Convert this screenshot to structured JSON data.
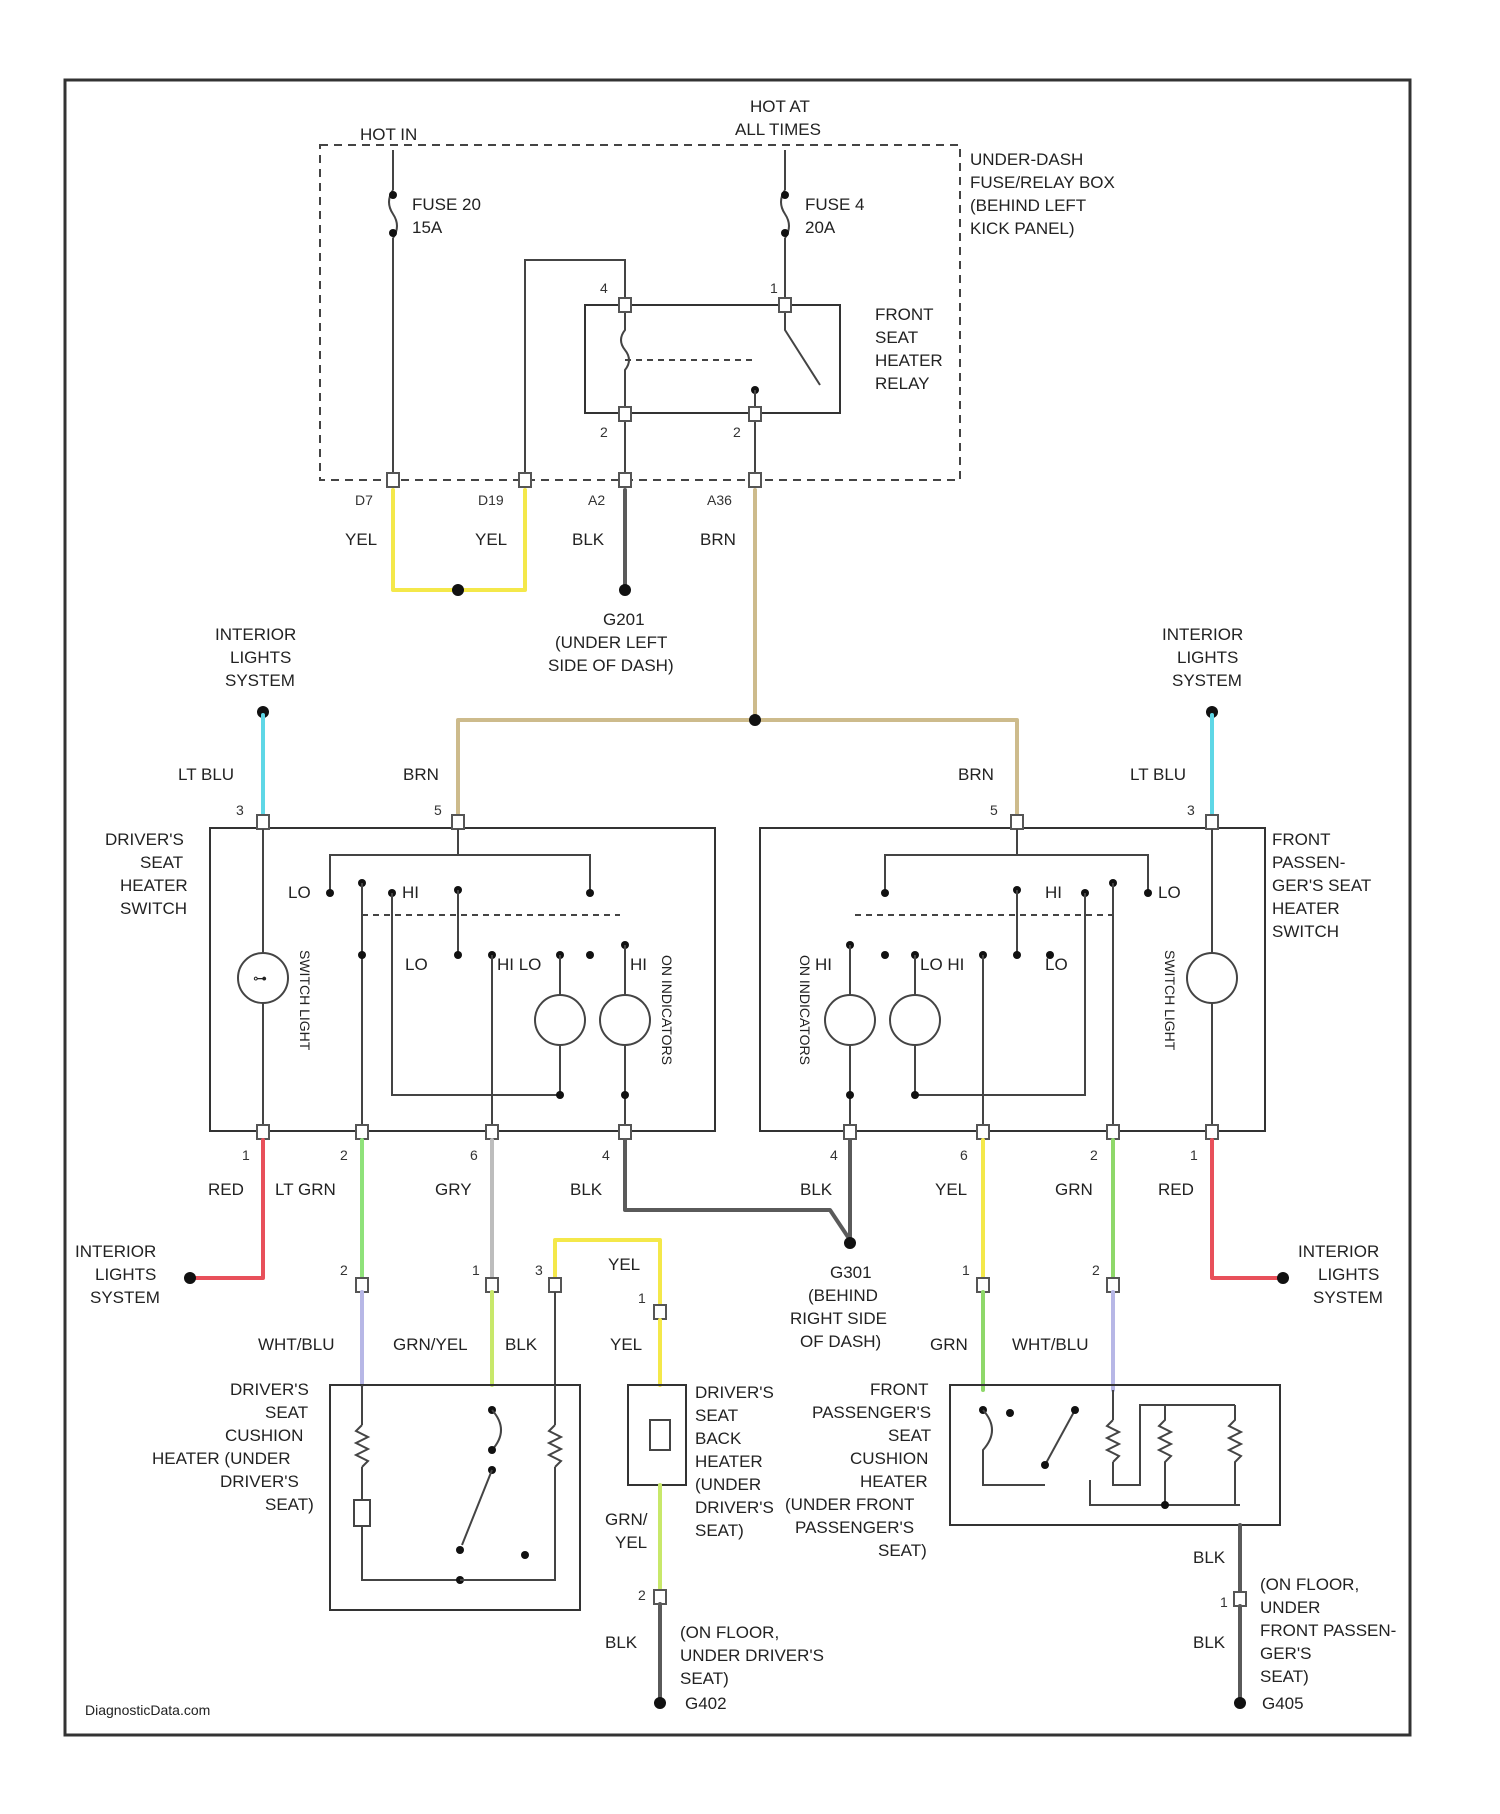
{
  "fuse_box": {
    "hot_in": "HOT IN",
    "hot_at_all_times": [
      "HOT AT",
      "ALL TIMES"
    ],
    "name": [
      "UNDER-DASH",
      "FUSE/RELAY BOX",
      "(BEHIND LEFT",
      "KICK PANEL)"
    ],
    "fuse20": [
      "FUSE 20",
      "15A"
    ],
    "fuse4": [
      "FUSE 4",
      "20A"
    ],
    "relay": [
      "FRONT",
      "SEAT",
      "HEATER",
      "RELAY"
    ],
    "pins": [
      "D7",
      "D19",
      "A2",
      "A36"
    ],
    "relay_pins": [
      "4",
      "1",
      "2",
      "2"
    ]
  },
  "wires_top": [
    "YEL",
    "YEL",
    "BLK",
    "BRN"
  ],
  "ground_g201": [
    "G201",
    "(UNDER LEFT",
    "SIDE OF DASH)"
  ],
  "interior_lights": [
    "INTERIOR",
    "LIGHTS",
    "SYSTEM"
  ],
  "driver_switch": {
    "name": [
      "DRIVER'S",
      "SEAT",
      "HEATER",
      "SWITCH"
    ],
    "lt_blu": "LT BLU",
    "brn": "BRN",
    "pin_top": [
      "3",
      "5"
    ],
    "lo": "LO",
    "hi": "HI",
    "hi_lo": "HI LO",
    "switch_light": "SWITCH LIGHT",
    "on_indicators": "ON INDICATORS",
    "bottom_pins": [
      "1",
      "2",
      "6",
      "4"
    ],
    "bottom_wires": [
      "RED",
      "LT GRN",
      "GRY",
      "BLK"
    ]
  },
  "pass_switch": {
    "name": [
      "FRONT",
      "PASSEN-",
      "GER'S SEAT",
      "HEATER",
      "SWITCH"
    ],
    "lt_blu": "LT BLU",
    "brn": "BRN",
    "pin_top": [
      "5",
      "3"
    ],
    "hi": "HI",
    "lo": "LO",
    "lo_hi": "LO HI",
    "switch_light": "SWITCH LIGHT",
    "on_indicators": "ON INDICATORS",
    "bottom_pins": [
      "4",
      "6",
      "2",
      "1"
    ],
    "bottom_wires": [
      "BLK",
      "YEL",
      "GRN",
      "RED"
    ]
  },
  "ground_g301": [
    "G301",
    "(BEHIND",
    "RIGHT SIDE",
    "OF DASH)"
  ],
  "driver_cushion": {
    "name": [
      "DRIVER'S",
      "SEAT",
      "CUSHION",
      "HEATER (UNDER",
      "DRIVER'S",
      "SEAT)"
    ],
    "wires": [
      "WHT/BLU",
      "GRN/YEL",
      "BLK"
    ],
    "pins": [
      "2",
      "1",
      "3"
    ]
  },
  "driver_back": {
    "name": [
      "DRIVER'S",
      "SEAT",
      "BACK",
      "HEATER",
      "(UNDER",
      "DRIVER'S",
      "SEAT)"
    ],
    "yel": "YEL",
    "yel2": "YEL",
    "grn_yel": [
      "GRN/",
      "YEL"
    ],
    "pin": "1"
  },
  "pass_cushion": {
    "name": [
      "FRONT",
      "PASSENGER'S",
      "SEAT",
      "CUSHION",
      "HEATER",
      "(UNDER FRONT",
      "PASSENGER'S",
      "SEAT)"
    ],
    "wires": [
      "GRN",
      "WHT/BLU"
    ],
    "pins": [
      "1",
      "2"
    ],
    "blk": "BLK"
  },
  "ground_driver": {
    "pin": "2",
    "wire": "BLK",
    "name": [
      "(ON FLOOR,",
      "UNDER DRIVER'S",
      "SEAT)",
      "G402"
    ]
  },
  "ground_pass": {
    "pin": "1",
    "wire": "BLK",
    "name": [
      "(ON FLOOR,",
      "UNDER",
      "FRONT PASSEN-",
      "GER'S",
      "SEAT)",
      "G405"
    ]
  },
  "footer": "DiagnosticData.com",
  "colors": {
    "yel": "#f4e84a",
    "brn": "#cdbb8c",
    "blk": "#5a5a5a",
    "lt_blu": "#5fd7e6",
    "red": "#e8505a",
    "lt_grn": "#8fe27a",
    "gry": "#bdbdbd",
    "wht_blu": "#b7b7e6",
    "grn": "#8fd86a"
  }
}
